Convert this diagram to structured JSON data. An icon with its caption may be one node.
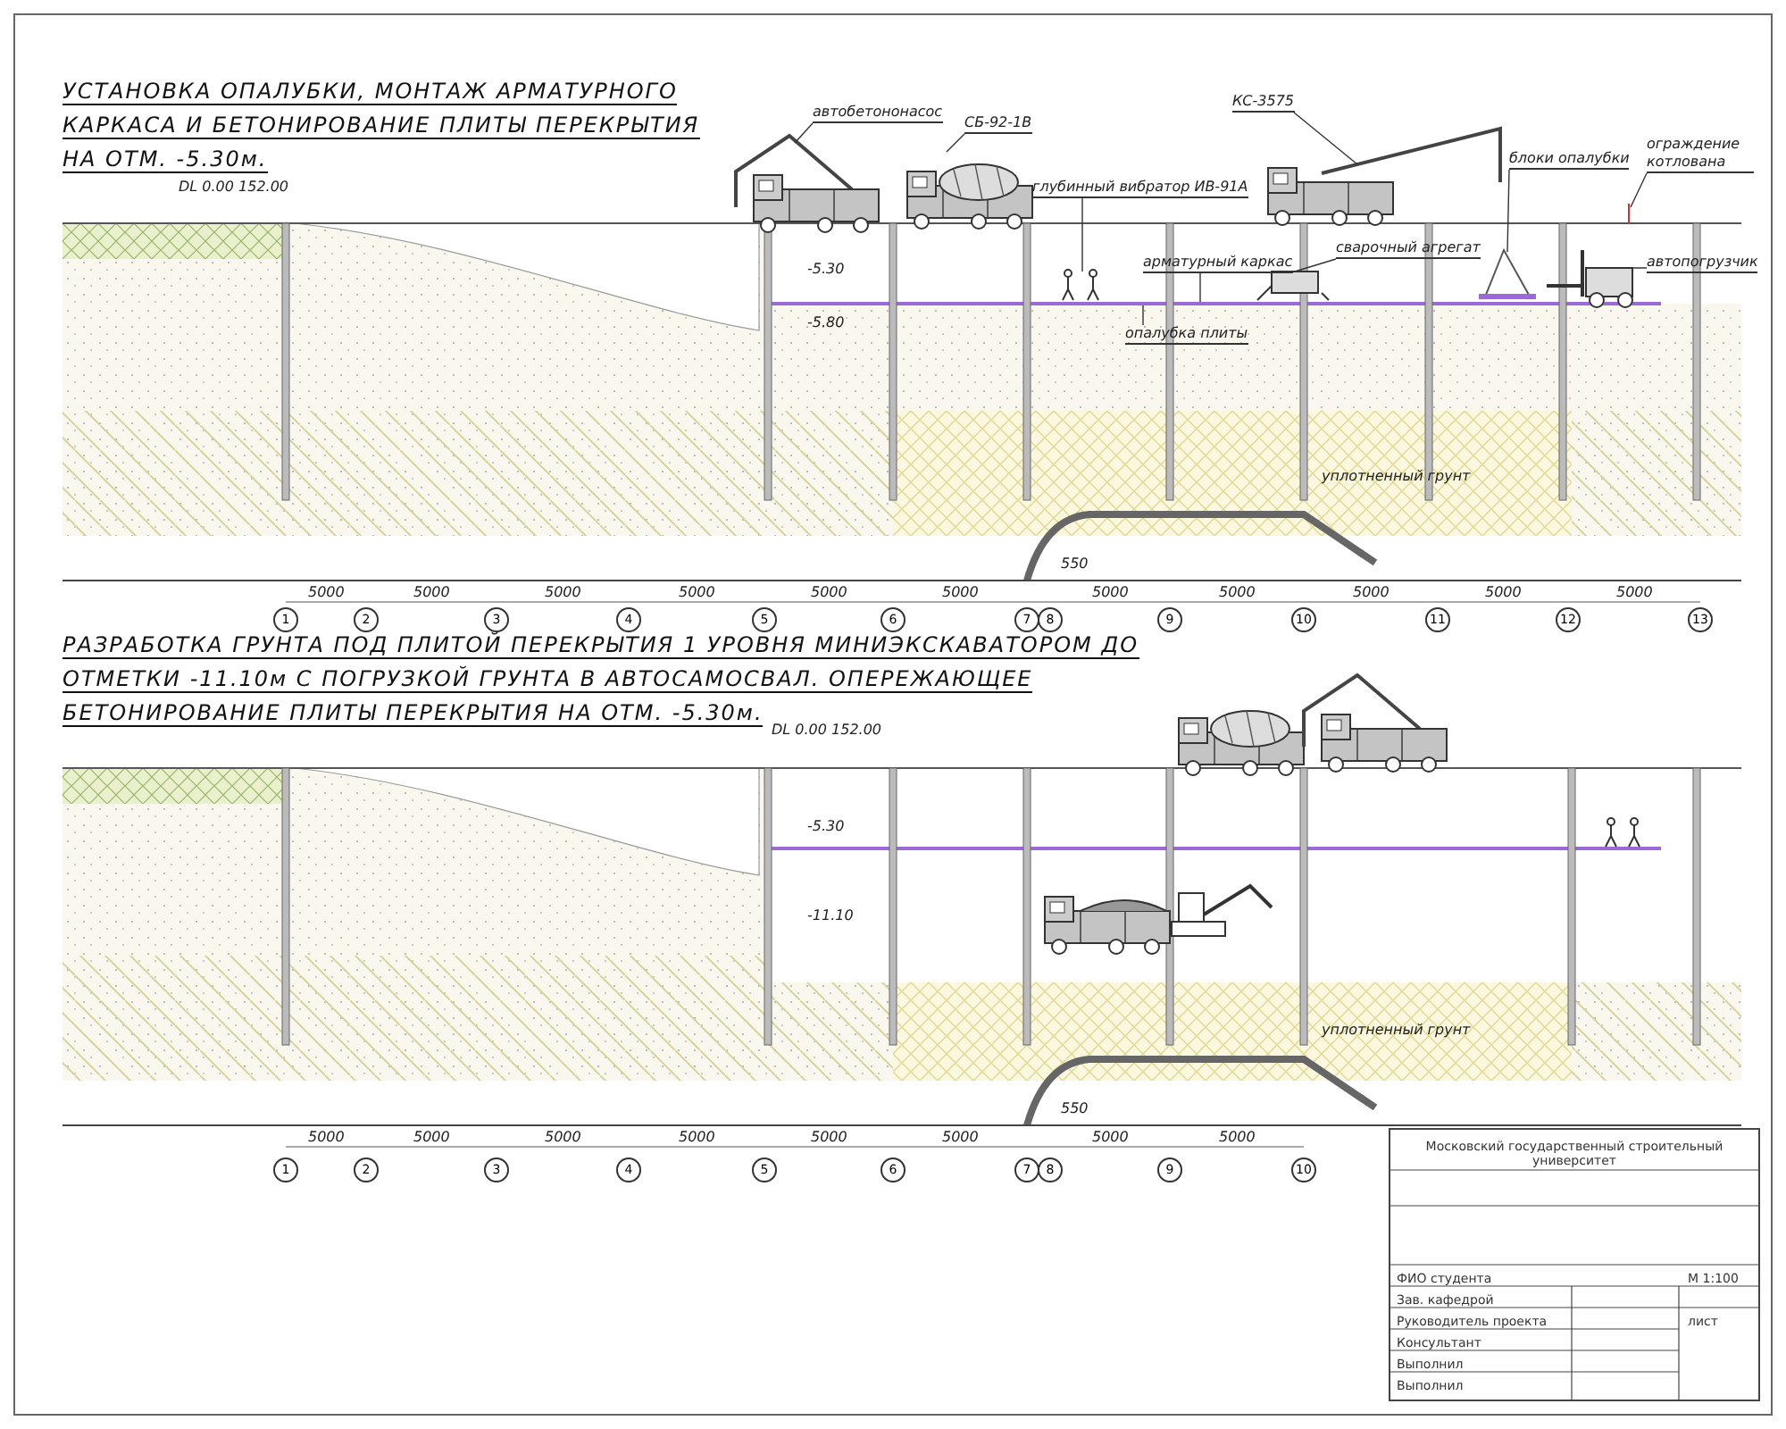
{
  "diagram": {
    "nodes": [
      {
        "text": [
          "автобетононасос"
        ]
      },
      {
        "text": [],
        "shape": "picture"
      },
      {
        "text": [
          "СБ-92-1В"
        ]
      },
      {
        "text": [],
        "shape": "picture"
      },
      {
        "text": [
          "КС-3575"
        ]
      },
      {
        "text": [],
        "shape": "picture"
      },
      {
        "text": [
          "блоки опалубки"
        ]
      },
      {
        "text": [],
        "shape": "picture"
      },
      {
        "text": [
          "ограждение котлована"
        ]
      },
      {
        "text": [
          "глубинный вибратор ИВ-91А"
        ]
      },
      {
        "text": [],
        "shape": "picture"
      },
      {
        "text": [
          "арматурный каркас"
        ]
      },
      {
        "text": [
          "сварочный агрегат"
        ]
      },
      {
        "text": [],
        "shape": "picture"
      },
      {
        "text": [
          "автопогрузчик"
        ]
      },
      {
        "text": [],
        "shape": "picture"
      },
      {
        "text": [
          "опалубка плиты"
        ]
      }
    ],
    "edges": [
      {
        "from": 0,
        "to": 1,
        "arrow": "none"
      },
      {
        "from": 2,
        "to": 3,
        "arrow": "none"
      },
      {
        "from": 4,
        "to": 5,
        "arrow": "none"
      },
      {
        "from": 6,
        "to": 7,
        "arrow": "none"
      },
      {
        "from": 8,
        "to": null,
        "arrow": "none"
      },
      {
        "from": 9,
        "to": 10,
        "arrow": "none"
      },
      {
        "from": 11,
        "to": null,
        "arrow": "none"
      },
      {
        "from": 12,
        "to": 13,
        "arrow": "none"
      },
      {
        "from": 14,
        "to": 15,
        "arrow": "none"
      },
      {
        "from": 16,
        "to": null,
        "arrow": "none"
      }
    ],
    "labels": [
      "УСТАНОВКА ОПАЛУБКИ, МОНТАЖ АРМАТУРНОГО КАРКАСА И БЕТОНИРОВАНИЕ ПЛИТЫ ПЕРЕКРЫТИЯ НА ОТМ. -5.30м.",
      "DL 0.00 152.00",
      "-5.30",
      "-5.80",
      "уплотненный грунт",
      "5000",
      "5000",
      "5000",
      "5000",
      "5000",
      "5000",
      "550",
      "5000",
      "5000",
      "5000",
      "5000",
      "5000",
      "1",
      "2",
      "3",
      "4",
      "5",
      "6",
      "7",
      "8",
      "9",
      "10",
      "11",
      "12",
      "13",
      "РАЗРАБОТКА ГРУНТА ПОД ПЛИТОЙ ПЕРЕКРЫТИЯ 1 УРОВНЯ МИНИЭКСКАВАТОРОМ ДО ОТМЕТКИ -11.10м С ПОГРУЗКОЙ ГРУНТА В АВТОСАМОСВАЛ. ОПЕРЕЖАЮЩЕЕ БЕТОНИРОВАНИЕ ПЛИТЫ ПЕРЕКРЫТИЯ НА ОТМ. -5.30м.",
      "DL 0.00 152.00",
      "-5.30",
      "-11.10",
      "уплотненный грунт",
      "5000",
      "5000",
      "5000",
      "5000",
      "5000",
      "5000",
      "550",
      "5000",
      "5000",
      "1",
      "2",
      "3",
      "4",
      "5",
      "6",
      "7",
      "8",
      "9",
      "10",
      "Московский государственный строительный университет",
      "ФИО студента",
      "Зав. кафедрой",
      "Руководитель проекта",
      "Консультант",
      "Выполнил",
      "Выполнил",
      "М 1:100",
      "лист"
    ]
  }
}
